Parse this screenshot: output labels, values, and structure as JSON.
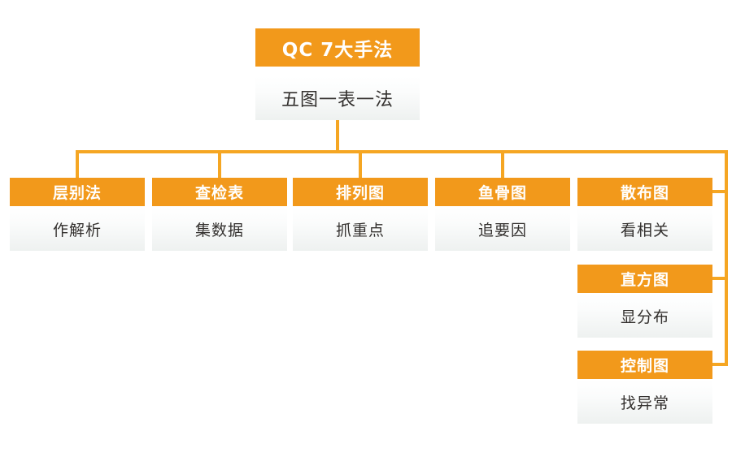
{
  "diagram": {
    "type": "org-tree",
    "accent_color": "#F2991B",
    "connector_color": "#F5A623",
    "body_text_color": "#33302E",
    "head_text_color": "#FFFFFF",
    "root": {
      "title": "QC 7大手法",
      "subtitle": "五图一表一法"
    },
    "branches": [
      {
        "title": "层别法",
        "subtitle": "作解析"
      },
      {
        "title": "查检表",
        "subtitle": "集数据"
      },
      {
        "title": "排列图",
        "subtitle": "抓重点"
      },
      {
        "title": "鱼骨图",
        "subtitle": "追要因"
      },
      {
        "title": "散布图",
        "subtitle": "看相关"
      },
      {
        "title": "直方图",
        "subtitle": "显分布"
      },
      {
        "title": "控制图",
        "subtitle": "找异常"
      }
    ]
  }
}
